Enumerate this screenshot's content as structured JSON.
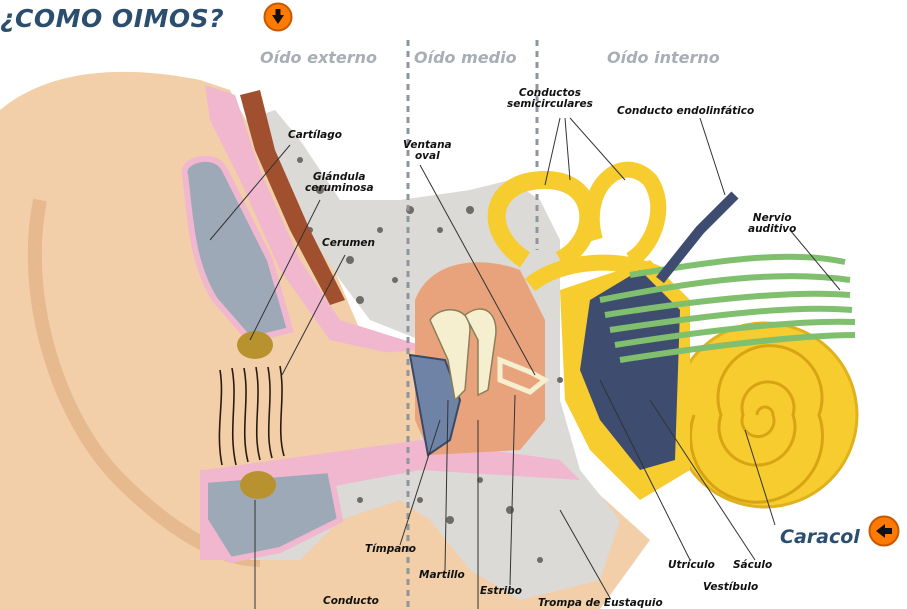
{
  "title": "¿COMO OIMOS?",
  "nav": {
    "caracol_link": "Caracol"
  },
  "sections": {
    "external": "Oído externo",
    "middle": "Oído medio",
    "inner": "Oído interno"
  },
  "labels": {
    "cartilago": "Cartílago",
    "glandula_1": "Glándula",
    "glandula_2": "ceruminosa",
    "cerumen": "Cerumen",
    "ventana_1": "Ventana",
    "ventana_2": "oval",
    "conductos_1": "Conductos",
    "conductos_2": "semicirculares",
    "endolinfatico": "Conducto endolinfático",
    "nervio_1": "Nervio",
    "nervio_2": "auditivo",
    "timpano": "Tímpano",
    "martillo": "Martillo",
    "estribo": "Estribo",
    "trompa": "Trompa de Eustaquio",
    "conducto": "Conducto",
    "utriculo": "Utrículo",
    "saculo": "Sáculo",
    "vestibulo": "Vestíbulo"
  },
  "colors": {
    "title": "#2b4e6e",
    "button_fill": "#ff7a00",
    "skin": "#f2cfa8",
    "bone": "#dcdad6",
    "cochlea": "#f6cc2e",
    "nerve": "#7fbf6e",
    "cartilage": "#9ea9b8",
    "pink": "#f0b7cf"
  },
  "icons": {
    "title_button": "arrow-down-icon",
    "caracol_button": "arrow-left-icon"
  }
}
